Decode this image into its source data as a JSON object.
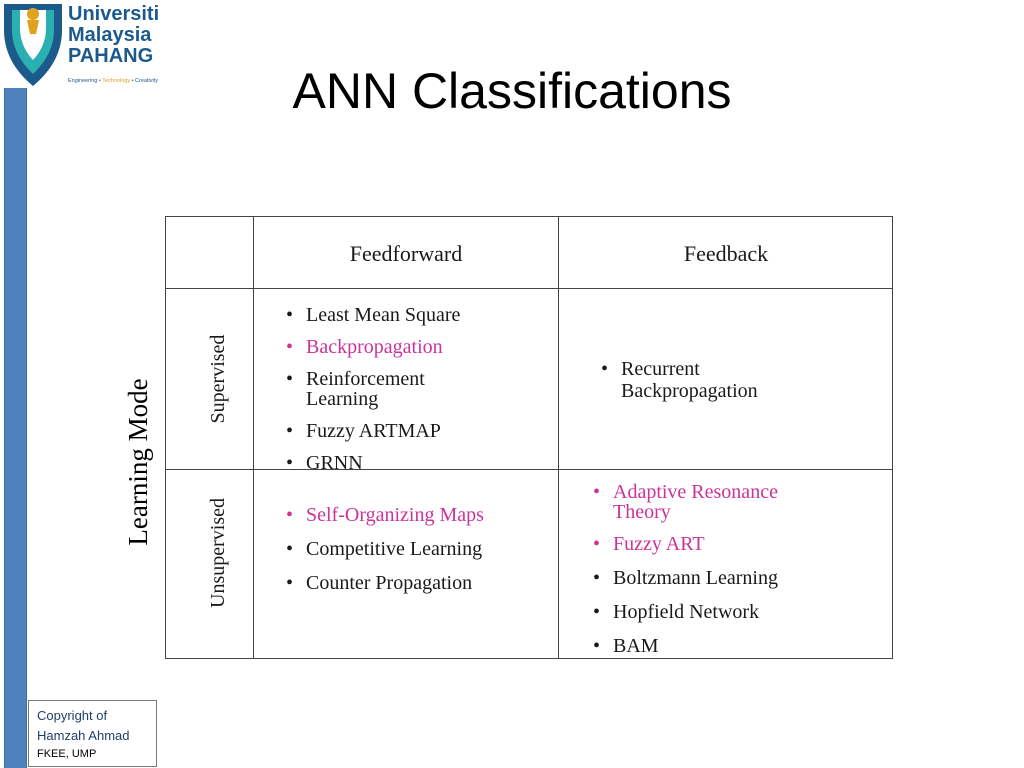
{
  "logo": {
    "line1": "Universiti",
    "line2": "Malaysia",
    "line3": "PAHANG",
    "tagline_a": "Engineering • ",
    "tagline_b": "Technology",
    "tagline_c": " • Creativity"
  },
  "title": "ANN Classifications",
  "axis_label": "Learning Mode",
  "table": {
    "col_feedforward": "Feedforward",
    "col_feedback": "Feedback",
    "row_supervised": "Supervised",
    "row_unsupervised": "Unsupervised",
    "supervised_feedforward": [
      "Least Mean Square",
      "Backpropagation",
      "Reinforcement Learning",
      "Fuzzy ARTMAP",
      "GRNN"
    ],
    "supervised_feedback": [
      "Recurrent Backpropagation"
    ],
    "unsupervised_feedforward": [
      "Self-Organizing Maps",
      "Competitive Learning",
      "Counter Propagation"
    ],
    "unsupervised_feedback": [
      "Adaptive Resonance Theory",
      "Fuzzy ART",
      "Boltzmann Learning",
      "Hopfield Network",
      "BAM"
    ]
  },
  "copyright": {
    "line1": "Copyright of",
    "line2": "Hamzah Ahmad",
    "line3": "FKEE, UMP"
  },
  "colors": {
    "highlight": "#cc3399",
    "accent_bar": "#4f81bd",
    "logo_blue": "#1d5a8c"
  }
}
